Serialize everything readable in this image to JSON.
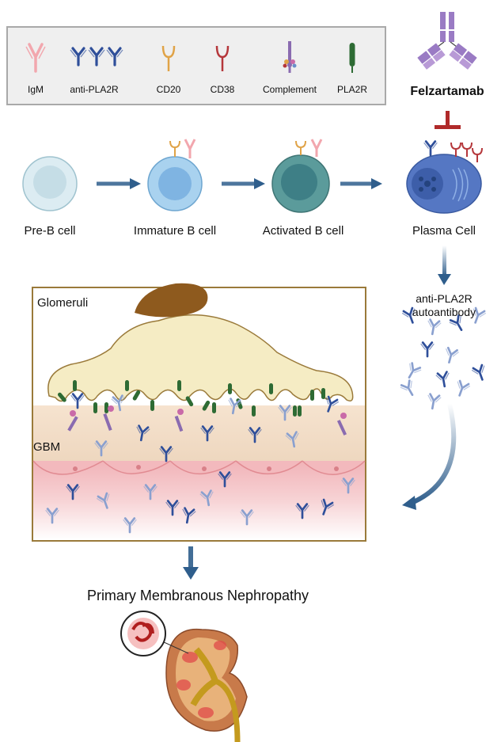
{
  "legend": {
    "items": [
      {
        "label": "IgM",
        "icon": "igm-antibody-icon",
        "color": "#f2a7ae"
      },
      {
        "label": "anti-PLA2R",
        "icon": "anti-pla2r-antibody-icon",
        "color": "#2f4f9a"
      },
      {
        "label": "CD20",
        "icon": "cd20-receptor-icon",
        "color": "#e0a347"
      },
      {
        "label": "CD38",
        "icon": "cd38-receptor-icon",
        "color": "#b5373b"
      },
      {
        "label": "Complement",
        "icon": "complement-icon",
        "color": "#8a6bb0"
      },
      {
        "label": "PLA2R",
        "icon": "pla2r-receptor-icon",
        "color": "#2e6b34"
      }
    ]
  },
  "drug": {
    "name": "Felzartamab",
    "color": "#9a7bc4",
    "inhibit_color": "#b02a2a"
  },
  "cells": [
    {
      "label": "Pre-B cell",
      "fill": "#dcecf2",
      "nucleus": "#c5dde6"
    },
    {
      "label": "Immature B cell",
      "fill": "#a9d2ef",
      "nucleus": "#7fb4e2"
    },
    {
      "label": "Activated B cell",
      "fill": "#5b9b9b",
      "nucleus": "#3e7f86"
    },
    {
      "label": "Plasma Cell",
      "fill": "#5577c3",
      "nucleus": "#3d5ea9"
    }
  ],
  "glomerulus": {
    "label": "Glomeruli",
    "gbm_label": "GBM",
    "podocyte_color": "#f5ecc4",
    "nucleus_color": "#8e5a1e",
    "border_color": "#9a7a3a"
  },
  "autoantibody_label": "anti-PLA2R autoantibody",
  "outcome_label": "Primary Membranous Nephropathy",
  "colors": {
    "arrow": "#2f5e8c",
    "antibody": "#2f4f9a",
    "antibody_light": "#8aa0cf"
  }
}
